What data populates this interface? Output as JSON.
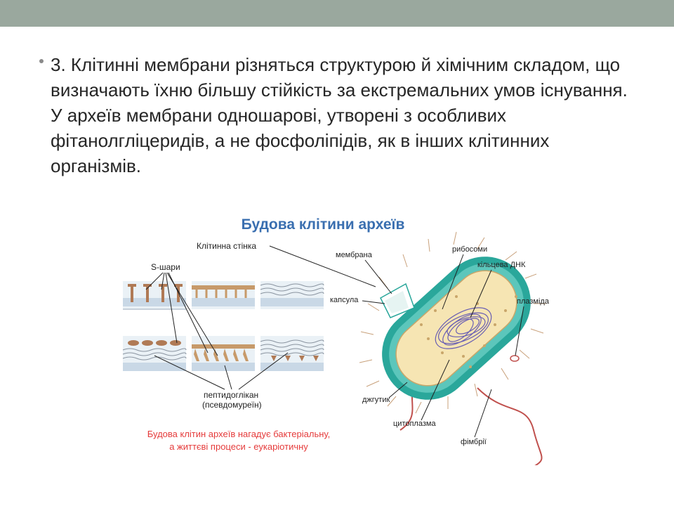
{
  "slide": {
    "bullet_text": "3. Клітинні мембрани різняться структурою й хімічним складом, що визначають їхню більшу стійкість за екстремальних умов існування. У археїв мембрани одношарові, утворені з особливих фітанолгліцеридів, а не фосфоліпідів, як в інших клітинних організмів."
  },
  "diagram": {
    "title": "Будова клітини археїв",
    "labels": {
      "cell_wall": "Клітинна стінка",
      "s_layers": "S-шари",
      "membrane": "мембрана",
      "capsule": "капсула",
      "ribosomes": "рибосоми",
      "circular_dna": "кільцева ДНК",
      "plasmid": "плазміда",
      "flagellum": "джгутик",
      "cytoplasm": "цитоплазма",
      "fimbriae": "фімбрії",
      "peptidoglycan": "пептидоглікан",
      "pseudomurein": "(псевдомуреїн)"
    },
    "caption_line1": "Будова клітин археїв нагадує бактеріальну,",
    "caption_line2": "а життєві процеси - еукаріотичну",
    "colors": {
      "title": "#3a6fb0",
      "caption": "#e53b3b",
      "cell_outer": "#2aa79b",
      "cytoplasm": "#f6e5b3",
      "dna": "#6a5fb3",
      "flagellum": "#c0504d"
    }
  }
}
